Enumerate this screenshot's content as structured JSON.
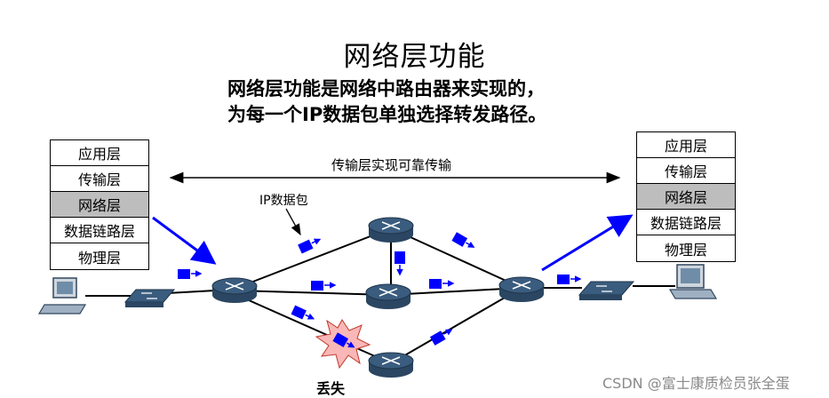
{
  "title": "网络层功能",
  "subtitle": {
    "line1": "网络层功能是网络中路由器来实现的，",
    "line2": "为每一个IP数据包单独选择转发路径。"
  },
  "left_stack": [
    "应用层",
    "传输层",
    "网络层",
    "数据链路层",
    "物理层"
  ],
  "right_stack": [
    "应用层",
    "传输层",
    "网络层",
    "数据链路层",
    "物理层"
  ],
  "highlight_layer": "网络层",
  "labels": {
    "transport": "传输层实现可靠传输",
    "packet": "IP数据包",
    "lost": "丢失"
  },
  "watermark": "CSDN @富士康质检员张全蛋",
  "colors": {
    "router": "#3a5c7e",
    "packet": "#0000ff",
    "arrow": "#0000ff",
    "highlight": "#bdbdbd",
    "explosion": "#f9b7b7"
  }
}
